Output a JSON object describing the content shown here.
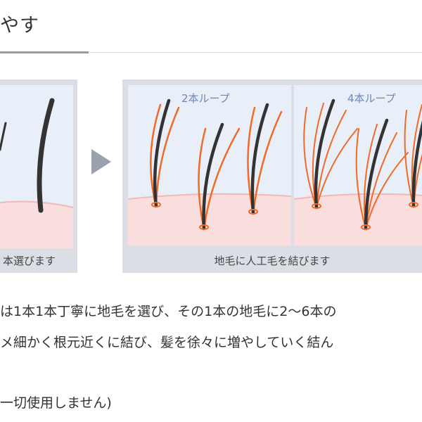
{
  "section": {
    "heading": "やす"
  },
  "illustration": {
    "before_caption": "本選びます",
    "after_caption": "地毛に人工毛を結びます",
    "loop2_label": "2本ループ",
    "loop4_label": "4本ループ",
    "colors": {
      "panel_bg": "#dcdee5",
      "sky": "#e8eff8",
      "skin": "#fadedd",
      "skin_line": "#f1b8b8",
      "natural_hair": "#333333",
      "artificial_hair": "#f06a28",
      "arrow": "#9aa0ad",
      "label": "#6f87b8"
    }
  },
  "description": {
    "line1": "は1本1本丁寧に地毛を選び、その1本の地毛に2〜6本の",
    "line2": "メ細かく根元近くに結び、髪を徐々に増やしていく結ん",
    "line3": "一切使用しません)"
  }
}
